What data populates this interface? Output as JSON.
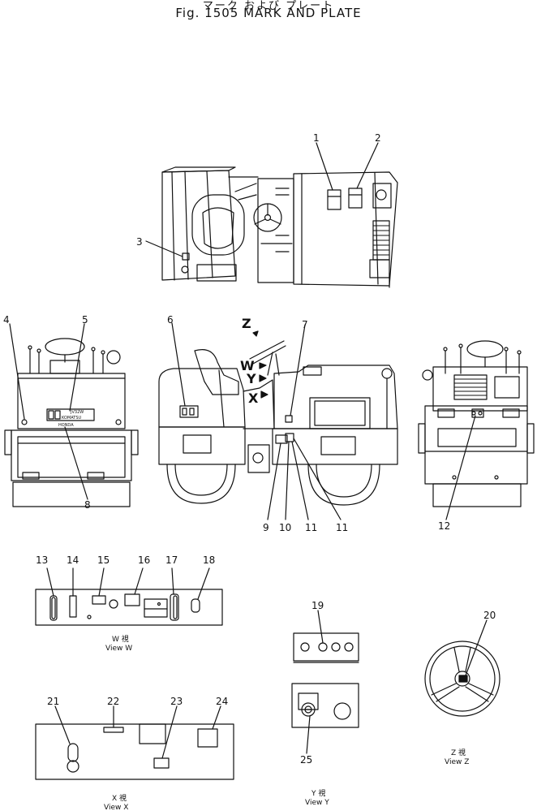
{
  "header": {
    "japanese": "マーク および プレート",
    "title": "Fig. 1505   MARK AND PLATE"
  },
  "callouts": [
    "1",
    "2",
    "3",
    "4",
    "5",
    "6",
    "7",
    "8",
    "9",
    "10",
    "11",
    "11",
    "12",
    "13",
    "14",
    "15",
    "16",
    "17",
    "18",
    "19",
    "20",
    "21",
    "22",
    "23",
    "24",
    "25"
  ],
  "view_letters": [
    "Z",
    "W",
    "Y",
    "X"
  ],
  "plate_text": [
    "JV32W",
    "KOMATSU",
    "HONDA"
  ],
  "views": {
    "w": {
      "jp": "W 視",
      "en": "View  W"
    },
    "x": {
      "jp": "X 視",
      "en": "View  X"
    },
    "y": {
      "jp": "Y 視",
      "en": "View  Y"
    },
    "z": {
      "jp": "Z 視",
      "en": "View  Z"
    }
  },
  "colors": {
    "ink": "#111111",
    "paper": "#ffffff"
  }
}
